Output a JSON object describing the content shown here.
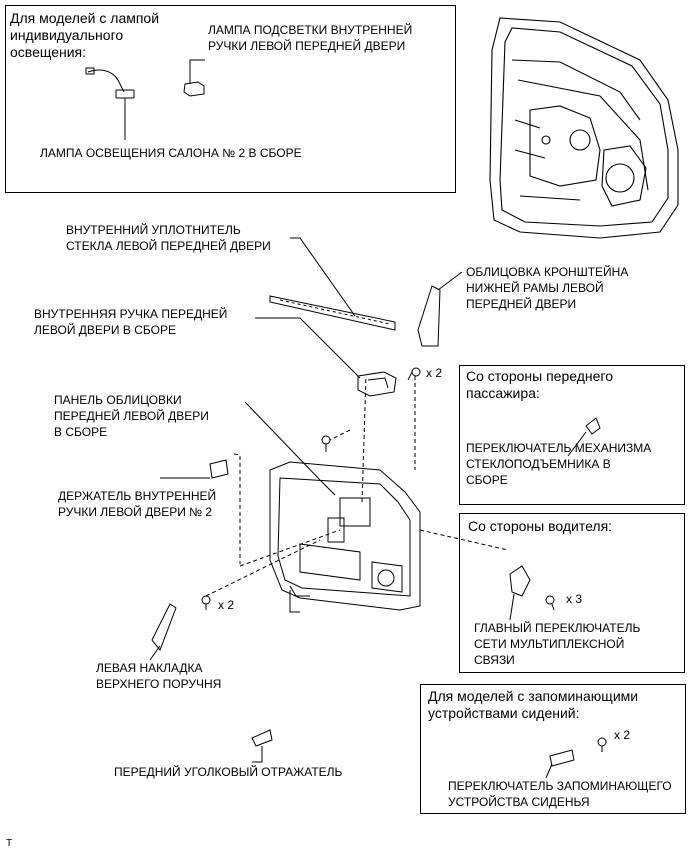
{
  "box_individual_lamp": {
    "heading": [
      "Для моделей с лампой",
      "индивидуального",
      "освещения:"
    ],
    "courtesy_lamp_label": [
      "ЛАМПА ПОДСВЕТКИ ВНУТРЕННЕЙ",
      "РУЧКИ ЛЕВОЙ ПЕРЕДНЕЙ ДВЕРИ"
    ],
    "room_lamp_label": "ЛАМПА ОСВЕЩЕНИЯ САЛОНА № 2 В СБОРЕ"
  },
  "parts": {
    "inner_weatherstrip": [
      "ВНУТРЕННИЙ УПЛОТНИТЕЛЬ",
      "СТЕКЛА ЛЕВОЙ ПЕРЕДНЕЙ ДВЕРИ"
    ],
    "frame_bracket_garnish": [
      "ОБЛИЦОВКА КРОНШТЕЙНА",
      "НИЖНЕЙ РАМЫ ЛЕВОЙ",
      "ПЕРЕДНЕЙ ДВЕРИ"
    ],
    "inside_handle": [
      "ВНУТРЕННЯЯ РУЧКА ПЕРЕДНЕЙ",
      "ЛЕВОЙ ДВЕРИ В СБОРЕ"
    ],
    "trim_board": [
      "ПАНЕЛЬ ОБЛИЦОВКИ",
      "ПЕРЕДНЕЙ ЛЕВОЙ ДВЕРИ",
      "В СБОРЕ"
    ],
    "handle_bezel": [
      "ДЕРЖАТЕЛЬ ВНУТРЕННЕЙ",
      "РУЧКИ ЛЕВОЙ ДВЕРИ № 2"
    ],
    "armrest_cover": [
      "ЛЕВАЯ НАКЛАДКА",
      "ВЕРХНЕГО ПОРУЧНЯ"
    ],
    "reflector": "ПЕРЕДНИЙ УГОЛКОВЫЙ ОТРАЖАТЕЛЬ"
  },
  "quantities": {
    "handle_screws": "x 2",
    "trim_screws": "x 2",
    "master_switch_screws": "x 3",
    "memory_switch_screws": "x 2"
  },
  "box_passenger": {
    "heading": [
      "Со стороны переднего",
      "пассажира:"
    ],
    "label": [
      "ПЕРЕКЛЮЧАТЕЛЬ МЕХАНИЗМА",
      "СТЕКЛОПОДЪЕМНИКА В",
      "СБОРЕ"
    ]
  },
  "box_driver": {
    "heading": "Со стороны водителя:",
    "label": [
      "ГЛАВНЫЙ ПЕРЕКЛЮЧАТЕЛЬ",
      "СЕТИ МУЛЬТИПЛЕКСНОЙ",
      "СВЯЗИ"
    ]
  },
  "box_memory": {
    "heading": [
      "Для моделей с запоминающими",
      "устройствами сидений:"
    ],
    "label": [
      "ПЕРЕКЛЮЧАТЕЛЬ ЗАПОМИНАЮЩЕГО",
      "УСТРОЙСТВА СИДЕНЬЯ"
    ]
  },
  "corner_mark": "T"
}
